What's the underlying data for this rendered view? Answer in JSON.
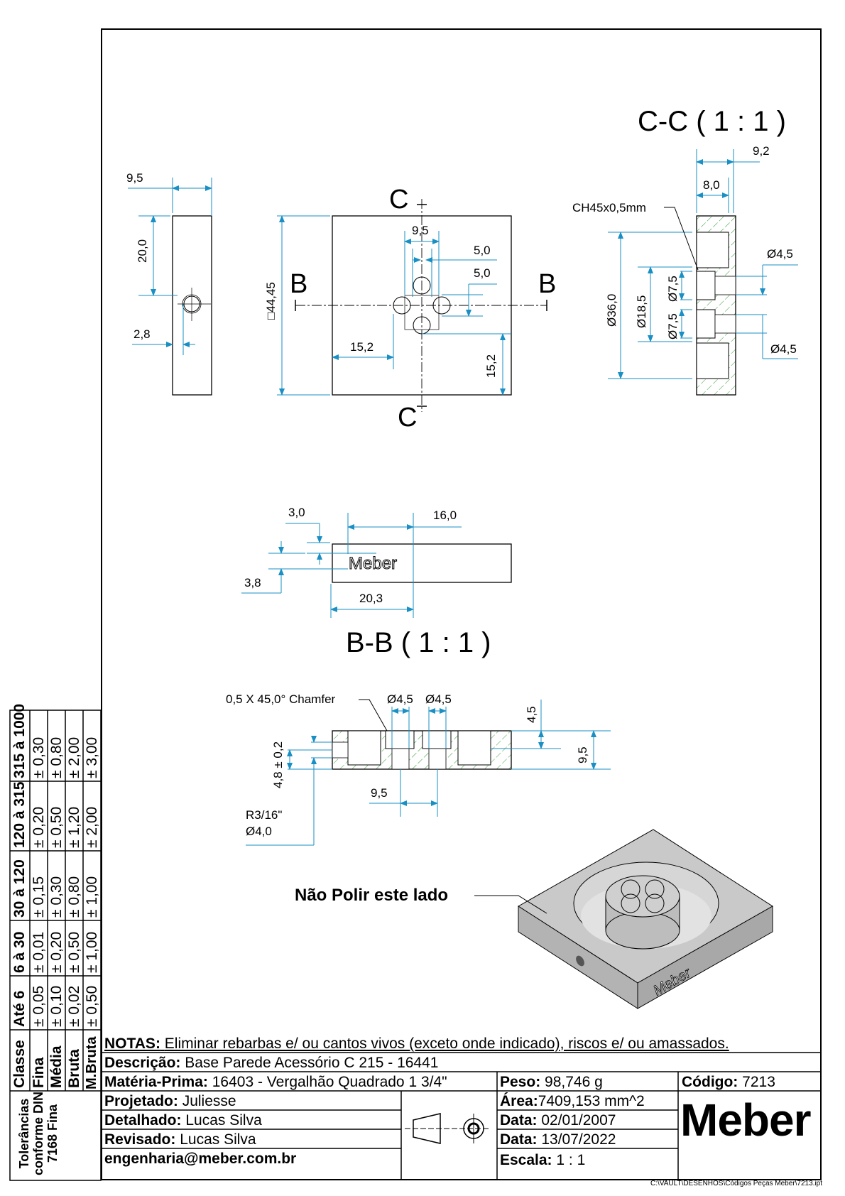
{
  "views": {
    "side": {
      "dims": {
        "width": "9,5",
        "hole_from_top": "20,0",
        "hole_offset": "2,8"
      }
    },
    "front": {
      "square": "□44,45",
      "dims": {
        "pattern_width": "9,5",
        "hole_spacing_h": "5,0",
        "hole_spacing_v": "5,0",
        "offset_x": "15,2",
        "offset_y": "15,2"
      },
      "section_marks": {
        "b_left": "B",
        "b_right": "B",
        "c_top": "C",
        "c_bottom": "C"
      }
    },
    "section_cc": {
      "title": "C-C  ( 1 : 1 )",
      "dims": {
        "depth_total": "9,2",
        "depth_pocket": "8,0",
        "chamfer_note": "CH45x0,5mm",
        "dia_outer": "Ø36,0",
        "dia_boss": "Ø18,5",
        "dia_hole_a": "Ø7,5",
        "dia_hole_b": "Ø7,5",
        "dia_thru_a": "Ø4,5",
        "dia_thru_b": "Ø4,5"
      }
    },
    "engraving": {
      "text": "Meber",
      "dims": {
        "text_height": "3,0",
        "text_from_edge": "3,8",
        "text_length": "16,0",
        "text_start": "20,3"
      }
    },
    "section_bb": {
      "title": "B-B  ( 1 : 1 )",
      "dims": {
        "chamfer_note": "0,5 X 45,0° Chamfer",
        "dia_a": "Ø4,5",
        "dia_b": "Ø4,5",
        "pocket_depth": "4,5",
        "thickness": "9,5",
        "hole_height": "4,8 ± 0,2",
        "spacing": "9,5",
        "thread_note_1": "R3/16\"",
        "thread_note_2": "Ø4,0"
      }
    },
    "iso": {
      "callout": "Não Polir este lado",
      "engraving": "Meber"
    }
  },
  "tolerance_table": {
    "header": "Tolerâncias conforme DIN 7168 Fina",
    "columns": [
      "Classe",
      "Até 6",
      "6 à 30",
      "30 à 120",
      "120 à 315",
      "315 à 1000"
    ],
    "rows": [
      {
        "classe": "Fina",
        "values": [
          "± 0,05",
          "± 0,01",
          "± 0,15",
          "± 0,20",
          "± 0,30"
        ]
      },
      {
        "classe": "Média",
        "values": [
          "± 0,10",
          "± 0,20",
          "± 0,30",
          "± 0,50",
          "± 0,80"
        ]
      },
      {
        "classe": "Bruta",
        "values": [
          "± 0,02",
          "± 0,50",
          "± 0,80",
          "± 1,20",
          "± 2,00"
        ]
      },
      {
        "classe": "M.Bruta",
        "values": [
          "± 0,50",
          "± 1,00",
          "± 1,00",
          "± 2,00",
          "± 3,00"
        ]
      }
    ]
  },
  "title_block": {
    "notas_label": "NOTAS:",
    "notas": "Eliminar rebarbas e/ ou cantos vivos (exceto onde indicado), riscos e/ ou amassados.",
    "descricao_label": "Descrição:",
    "descricao": "Base Parede Acessório C 215 - 16441",
    "materia_label": "Matéria-Prima:",
    "materia": "16403 - Vergalhão Quadrado 1 3/4\"",
    "peso_label": "Peso:",
    "peso": "98,746 g",
    "codigo_label": "Código:",
    "codigo": "7213",
    "projetado_label": "Projetado:",
    "projetado": "Juliesse",
    "area_label": "Área:",
    "area": "7409,153 mm^2",
    "detalhado_label": "Detalhado:",
    "detalhado": "Lucas Silva",
    "data1_label": "Data:",
    "data1": "02/01/2007",
    "revisado_label": "Revisado:",
    "revisado": "Lucas Silva",
    "data2_label": "Data:",
    "data2": "13/07/2022",
    "email": "engenharia@meber.com.br",
    "escala_label": "Escala:",
    "escala": "1 : 1",
    "logo": "Meber",
    "projection_symbol": "first-angle-projection-icon"
  },
  "file_path": "C:\\VAULT\\DESENHOS\\Códigos Peças Meber\\7213.ipt",
  "colors": {
    "dimension": "#1a8fc4",
    "hatch": "#2e9a2e",
    "line": "#000000",
    "iso_fill": "#bdbdbd"
  }
}
